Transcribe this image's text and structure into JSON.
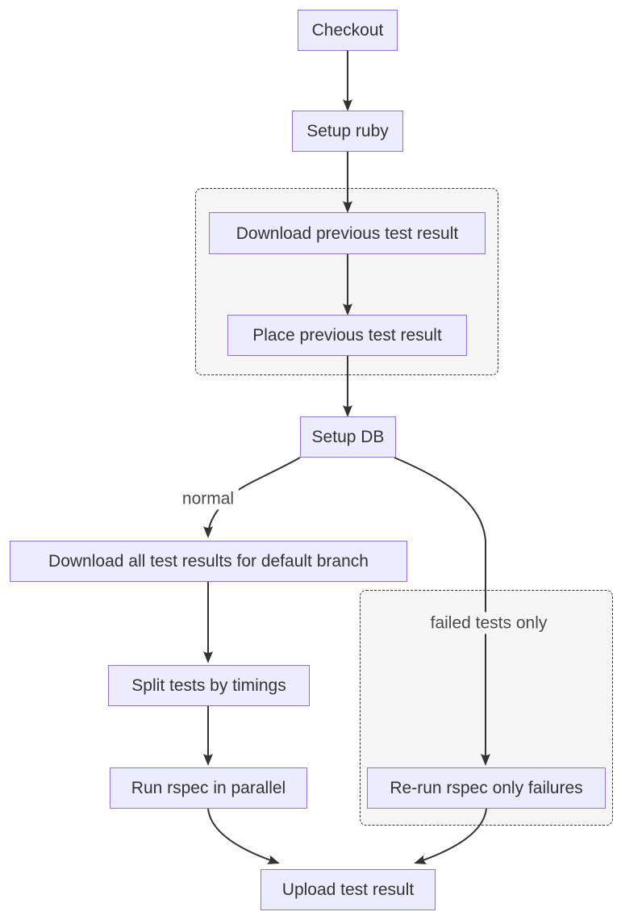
{
  "diagram": {
    "type": "flowchart",
    "direction": "top-down",
    "nodes": [
      {
        "id": "checkout",
        "label": "Checkout"
      },
      {
        "id": "setup_ruby",
        "label": "Setup ruby"
      },
      {
        "id": "download_prev",
        "label": "Download previous test result"
      },
      {
        "id": "place_prev",
        "label": "Place previous test result"
      },
      {
        "id": "setup_db",
        "label": "Setup DB"
      },
      {
        "id": "download_all",
        "label": "Download all test results for default branch"
      },
      {
        "id": "split_tests",
        "label": "Split tests by timings"
      },
      {
        "id": "run_rspec",
        "label": "Run rspec in parallel"
      },
      {
        "id": "rerun_rspec",
        "label": "Re-run rspec only failures"
      },
      {
        "id": "upload",
        "label": "Upload test result"
      }
    ],
    "clusters": [
      {
        "id": "cluster_previous_results",
        "contains": [
          "download_prev",
          "place_prev"
        ]
      },
      {
        "id": "cluster_failed_only",
        "contains": [
          "rerun_rspec"
        ]
      }
    ],
    "edges": [
      {
        "from": "checkout",
        "to": "setup_ruby",
        "label": ""
      },
      {
        "from": "setup_ruby",
        "to": "download_prev",
        "label": ""
      },
      {
        "from": "download_prev",
        "to": "place_prev",
        "label": ""
      },
      {
        "from": "place_prev",
        "to": "setup_db",
        "label": ""
      },
      {
        "from": "setup_db",
        "to": "download_all",
        "label": "normal"
      },
      {
        "from": "setup_db",
        "to": "rerun_rspec",
        "label": "failed tests only"
      },
      {
        "from": "download_all",
        "to": "split_tests",
        "label": ""
      },
      {
        "from": "split_tests",
        "to": "run_rspec",
        "label": ""
      },
      {
        "from": "run_rspec",
        "to": "upload",
        "label": ""
      },
      {
        "from": "rerun_rspec",
        "to": "upload",
        "label": ""
      }
    ],
    "colors": {
      "canvas_bg": "#ffffff",
      "node_fill": "#ECECFF",
      "node_border": "#9370DB",
      "edge_color": "#333333",
      "cluster_fill": "#F6F6F6",
      "cluster_border": "#333333",
      "text_color": "#333333",
      "edge_label_color": "#4A4A4A"
    }
  }
}
